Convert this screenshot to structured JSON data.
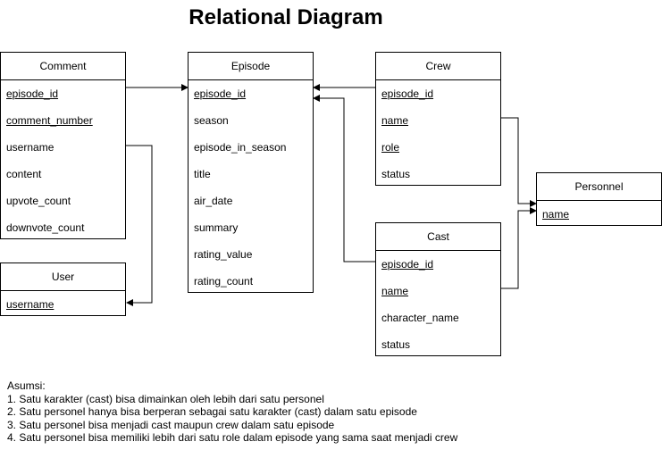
{
  "title": "Relational Diagram",
  "entities": {
    "comment": {
      "name": "Comment",
      "fields": [
        {
          "label": "episode_id",
          "key": true
        },
        {
          "label": "comment_number",
          "key": true
        },
        {
          "label": "username",
          "key": false
        },
        {
          "label": "content",
          "key": false
        },
        {
          "label": "upvote_count",
          "key": false
        },
        {
          "label": "downvote_count",
          "key": false
        }
      ]
    },
    "episode": {
      "name": "Episode",
      "fields": [
        {
          "label": "episode_id",
          "key": true
        },
        {
          "label": "season",
          "key": false
        },
        {
          "label": "episode_in_season",
          "key": false
        },
        {
          "label": "title",
          "key": false
        },
        {
          "label": "air_date",
          "key": false
        },
        {
          "label": "summary",
          "key": false
        },
        {
          "label": "rating_value",
          "key": false
        },
        {
          "label": "rating_count",
          "key": false
        }
      ]
    },
    "crew": {
      "name": "Crew",
      "fields": [
        {
          "label": "episode_id",
          "key": true
        },
        {
          "label": "name",
          "key": true
        },
        {
          "label": "role",
          "key": true
        },
        {
          "label": "status",
          "key": false
        }
      ]
    },
    "user": {
      "name": "User",
      "fields": [
        {
          "label": "username",
          "key": true
        }
      ]
    },
    "personnel": {
      "name": "Personnel",
      "fields": [
        {
          "label": "name",
          "key": true
        }
      ]
    },
    "cast": {
      "name": "Cast",
      "fields": [
        {
          "label": "episode_id",
          "key": true
        },
        {
          "label": "name",
          "key": true
        },
        {
          "label": "character_name",
          "key": false
        },
        {
          "label": "status",
          "key": false
        }
      ]
    }
  },
  "notes": {
    "heading": "Asumsi:",
    "items": [
      "1. Satu karakter (cast) bisa dimainkan oleh lebih dari satu personel",
      "2. Satu personel hanya bisa berperan sebagai satu karakter (cast) dalam satu episode",
      "3. Satu personel bisa menjadi cast maupun crew dalam satu episode",
      "4. Satu personel bisa memiliki lebih dari satu role dalam episode yang sama saat menjadi crew"
    ]
  }
}
